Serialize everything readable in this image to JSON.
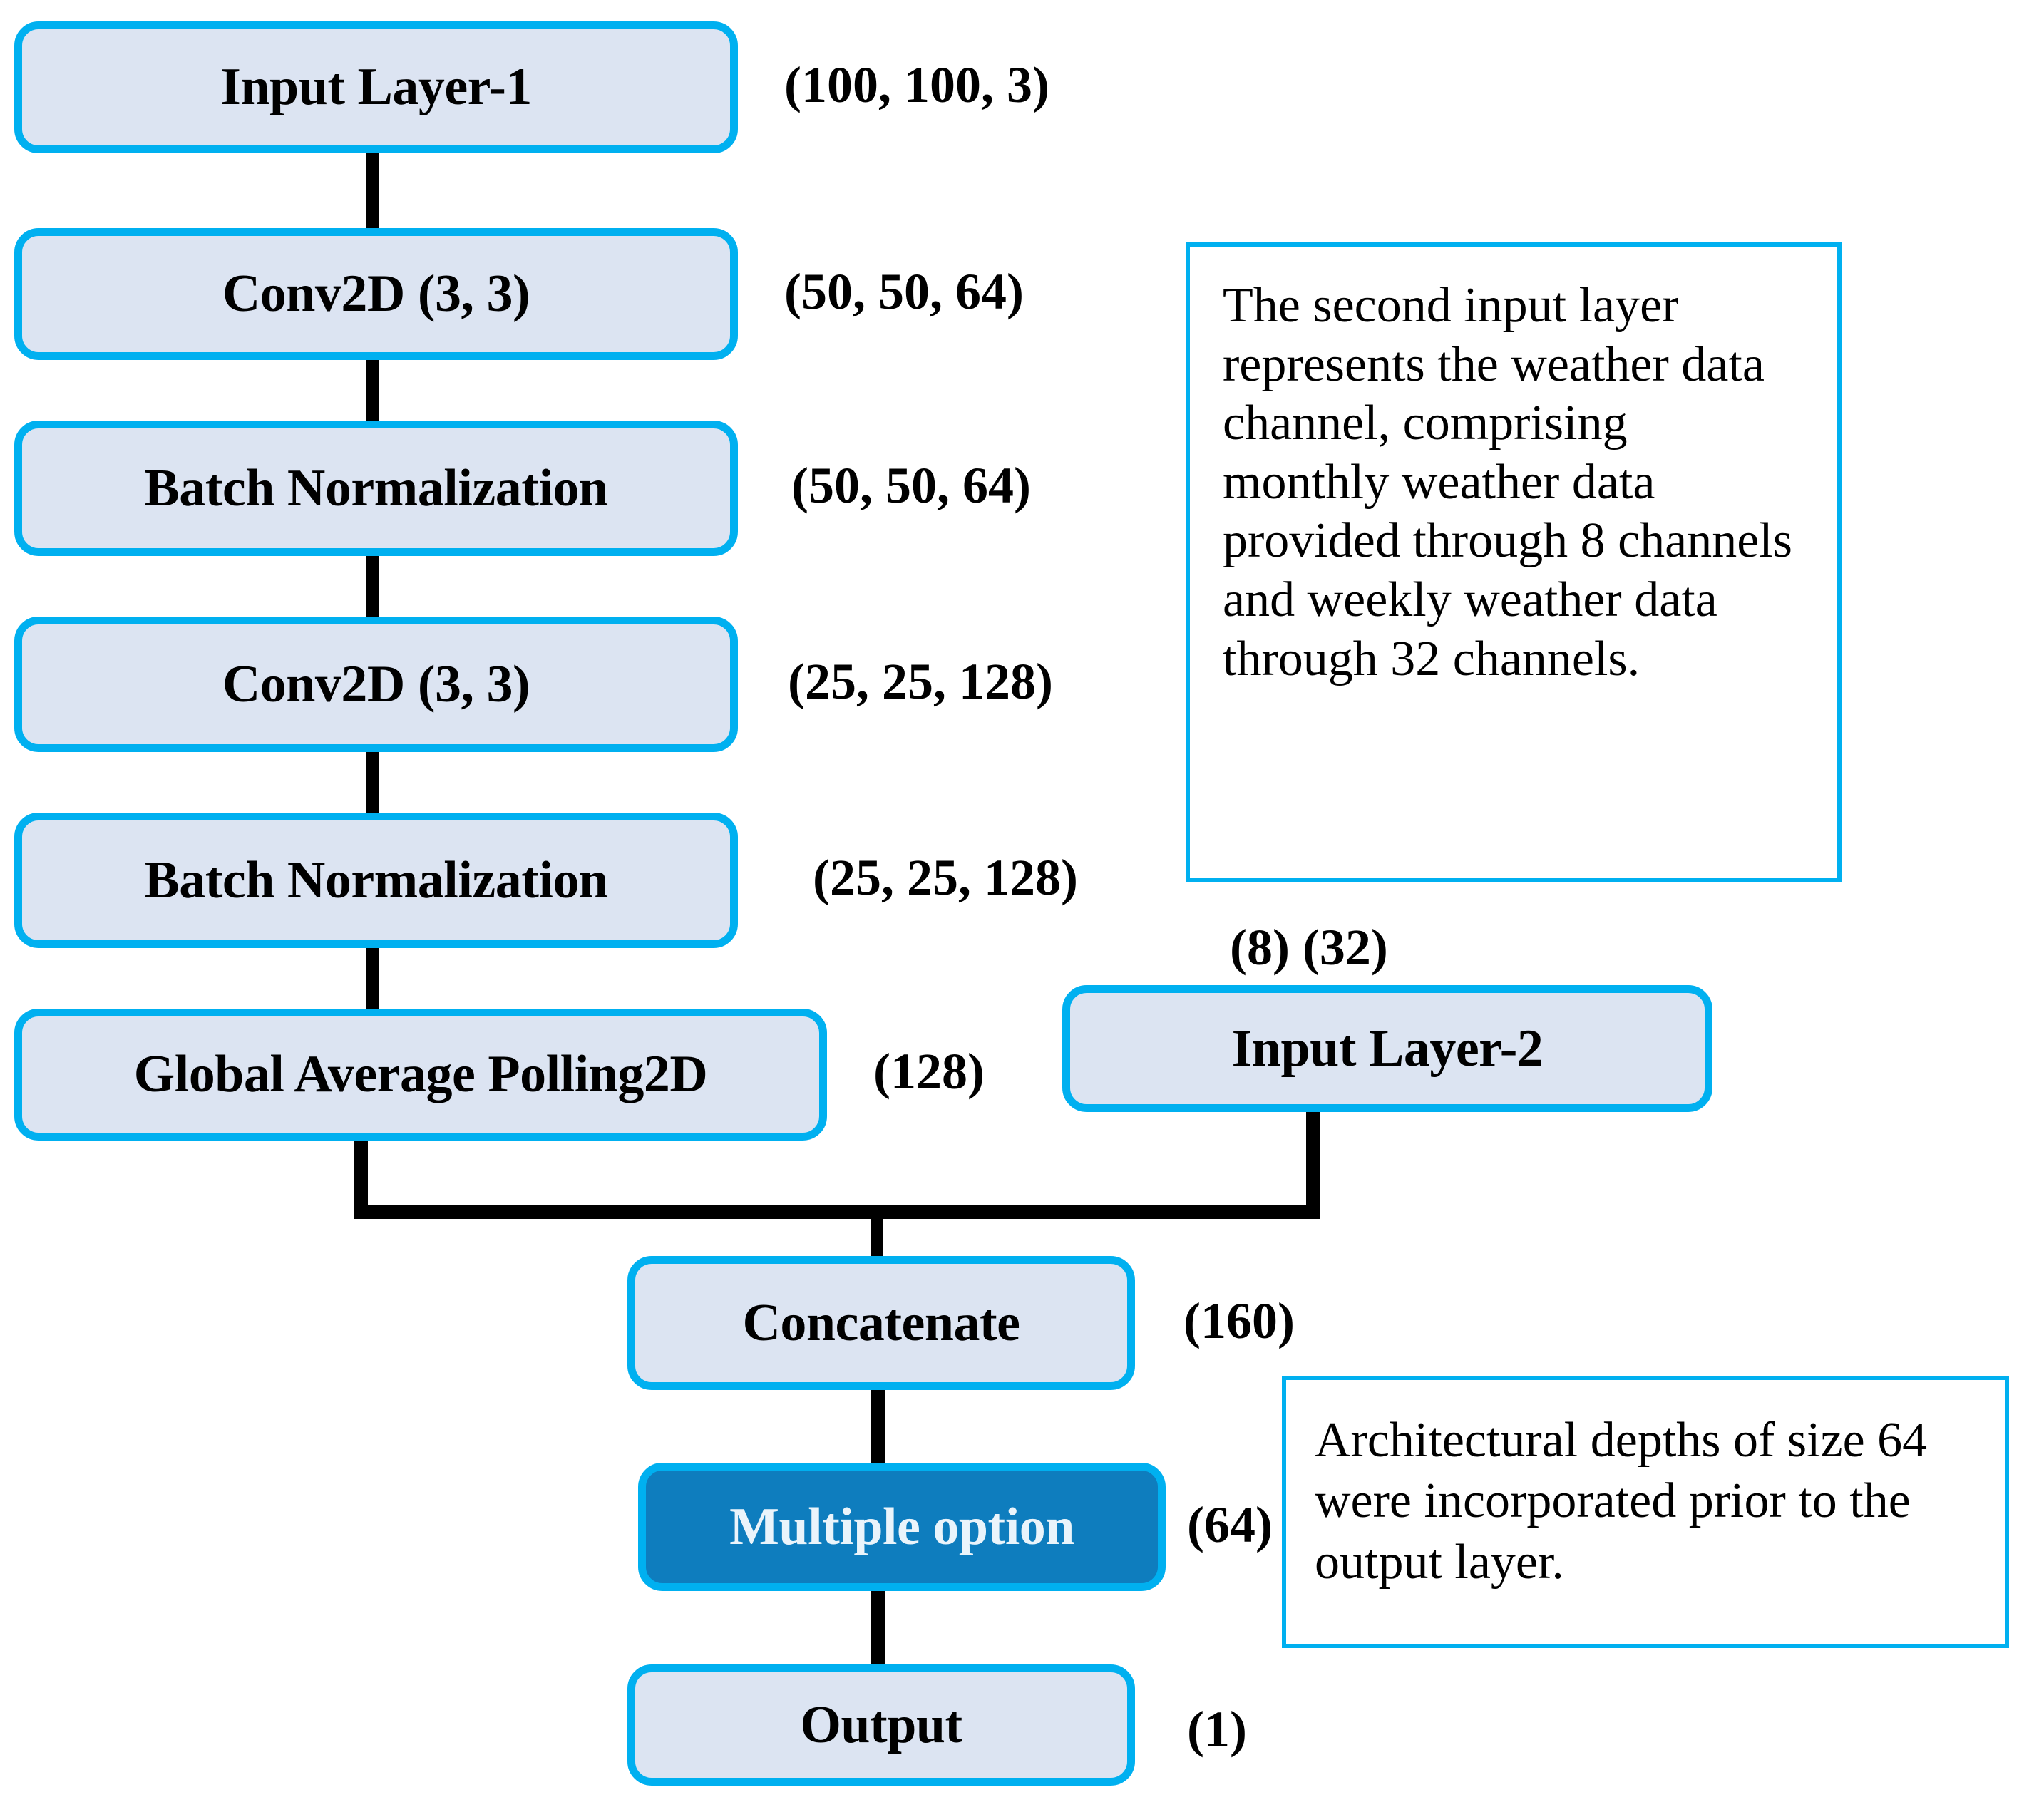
{
  "diagram": {
    "title": "CNN multi-input model architecture flowchart",
    "colors": {
      "border": "#00B0F0",
      "node_fill": "#DCE4F2",
      "accent_fill": "#0E7DBE",
      "accent_text": "#EAF4FB",
      "edge": "#000000",
      "background": "#FFFFFF"
    },
    "nodes": [
      {
        "id": "input1",
        "label": "Input Layer-1",
        "shape_label": "(100, 100, 3)"
      },
      {
        "id": "conv1",
        "label": "Conv2D (3, 3)",
        "shape_label": "(50, 50, 64)"
      },
      {
        "id": "bn1",
        "label": "Batch Normalization",
        "shape_label": "(50, 50, 64)"
      },
      {
        "id": "conv2",
        "label": "Conv2D (3, 3)",
        "shape_label": "(25, 25, 128)"
      },
      {
        "id": "bn2",
        "label": "Batch Normalization",
        "shape_label": "(25, 25, 128)"
      },
      {
        "id": "gap",
        "label": "Global Average Polling2D",
        "shape_label": "(128)"
      },
      {
        "id": "input2",
        "label": "Input Layer-2",
        "shape_label": "(8) (32)"
      },
      {
        "id": "concat",
        "label": "Concatenate",
        "shape_label": "(160)"
      },
      {
        "id": "dense",
        "label": "Multiple option",
        "shape_label": "(64)"
      },
      {
        "id": "output",
        "label": "Output",
        "shape_label": "(1)"
      }
    ],
    "notes": [
      {
        "id": "note-weather",
        "text": "The second input layer represents the weather data channel, comprising monthly weather data provided through 8 channels and weekly weather data through 32 channels."
      },
      {
        "id": "note-depth",
        "text": "Architectural depths of size 64 were incorporated prior to the output layer."
      }
    ]
  }
}
